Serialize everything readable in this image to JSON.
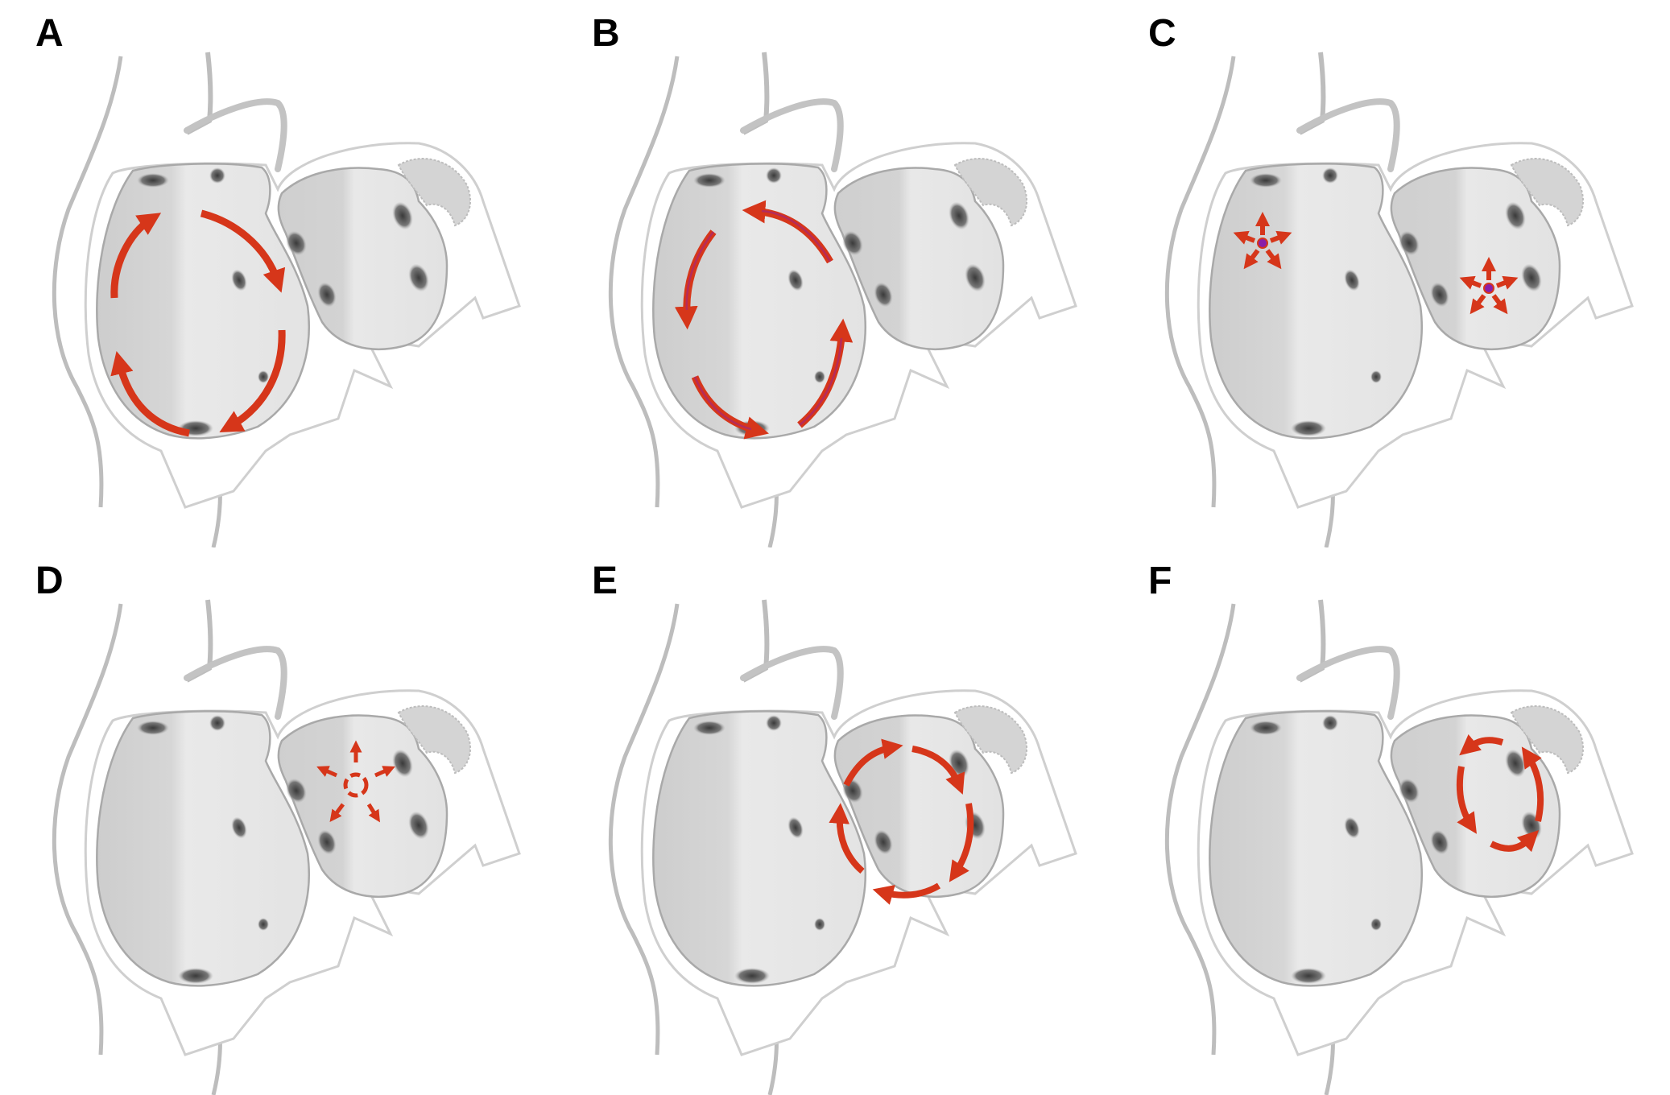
{
  "figure": {
    "panels": [
      {
        "label": "A",
        "arrow_type": "macro-reentry-left-atrium-clockwise",
        "target_chamber": "left"
      },
      {
        "label": "B",
        "arrow_type": "macro-reentry-left-atrium-counterclockwise",
        "target_chamber": "left"
      },
      {
        "label": "C",
        "arrow_type": "focal-sources",
        "target_chamber": "both"
      },
      {
        "label": "D",
        "arrow_type": "rotor-with-centrifugal-spread",
        "target_chamber": "right"
      },
      {
        "label": "E",
        "arrow_type": "macro-reentry-right-atrium-clockwise",
        "target_chamber": "right"
      },
      {
        "label": "F",
        "arrow_type": "localized-reentry-right-atrium",
        "target_chamber": "right"
      }
    ],
    "colors": {
      "arrow": "#d6361a",
      "arrow_overlay_purple": "#b12a63",
      "focal_dot": "#8a1ea8",
      "outline_gray": "#b9b9b9",
      "chamber_dark": "#cfcfcf",
      "chamber_light": "#e8e8e8",
      "label": "#000000"
    }
  }
}
